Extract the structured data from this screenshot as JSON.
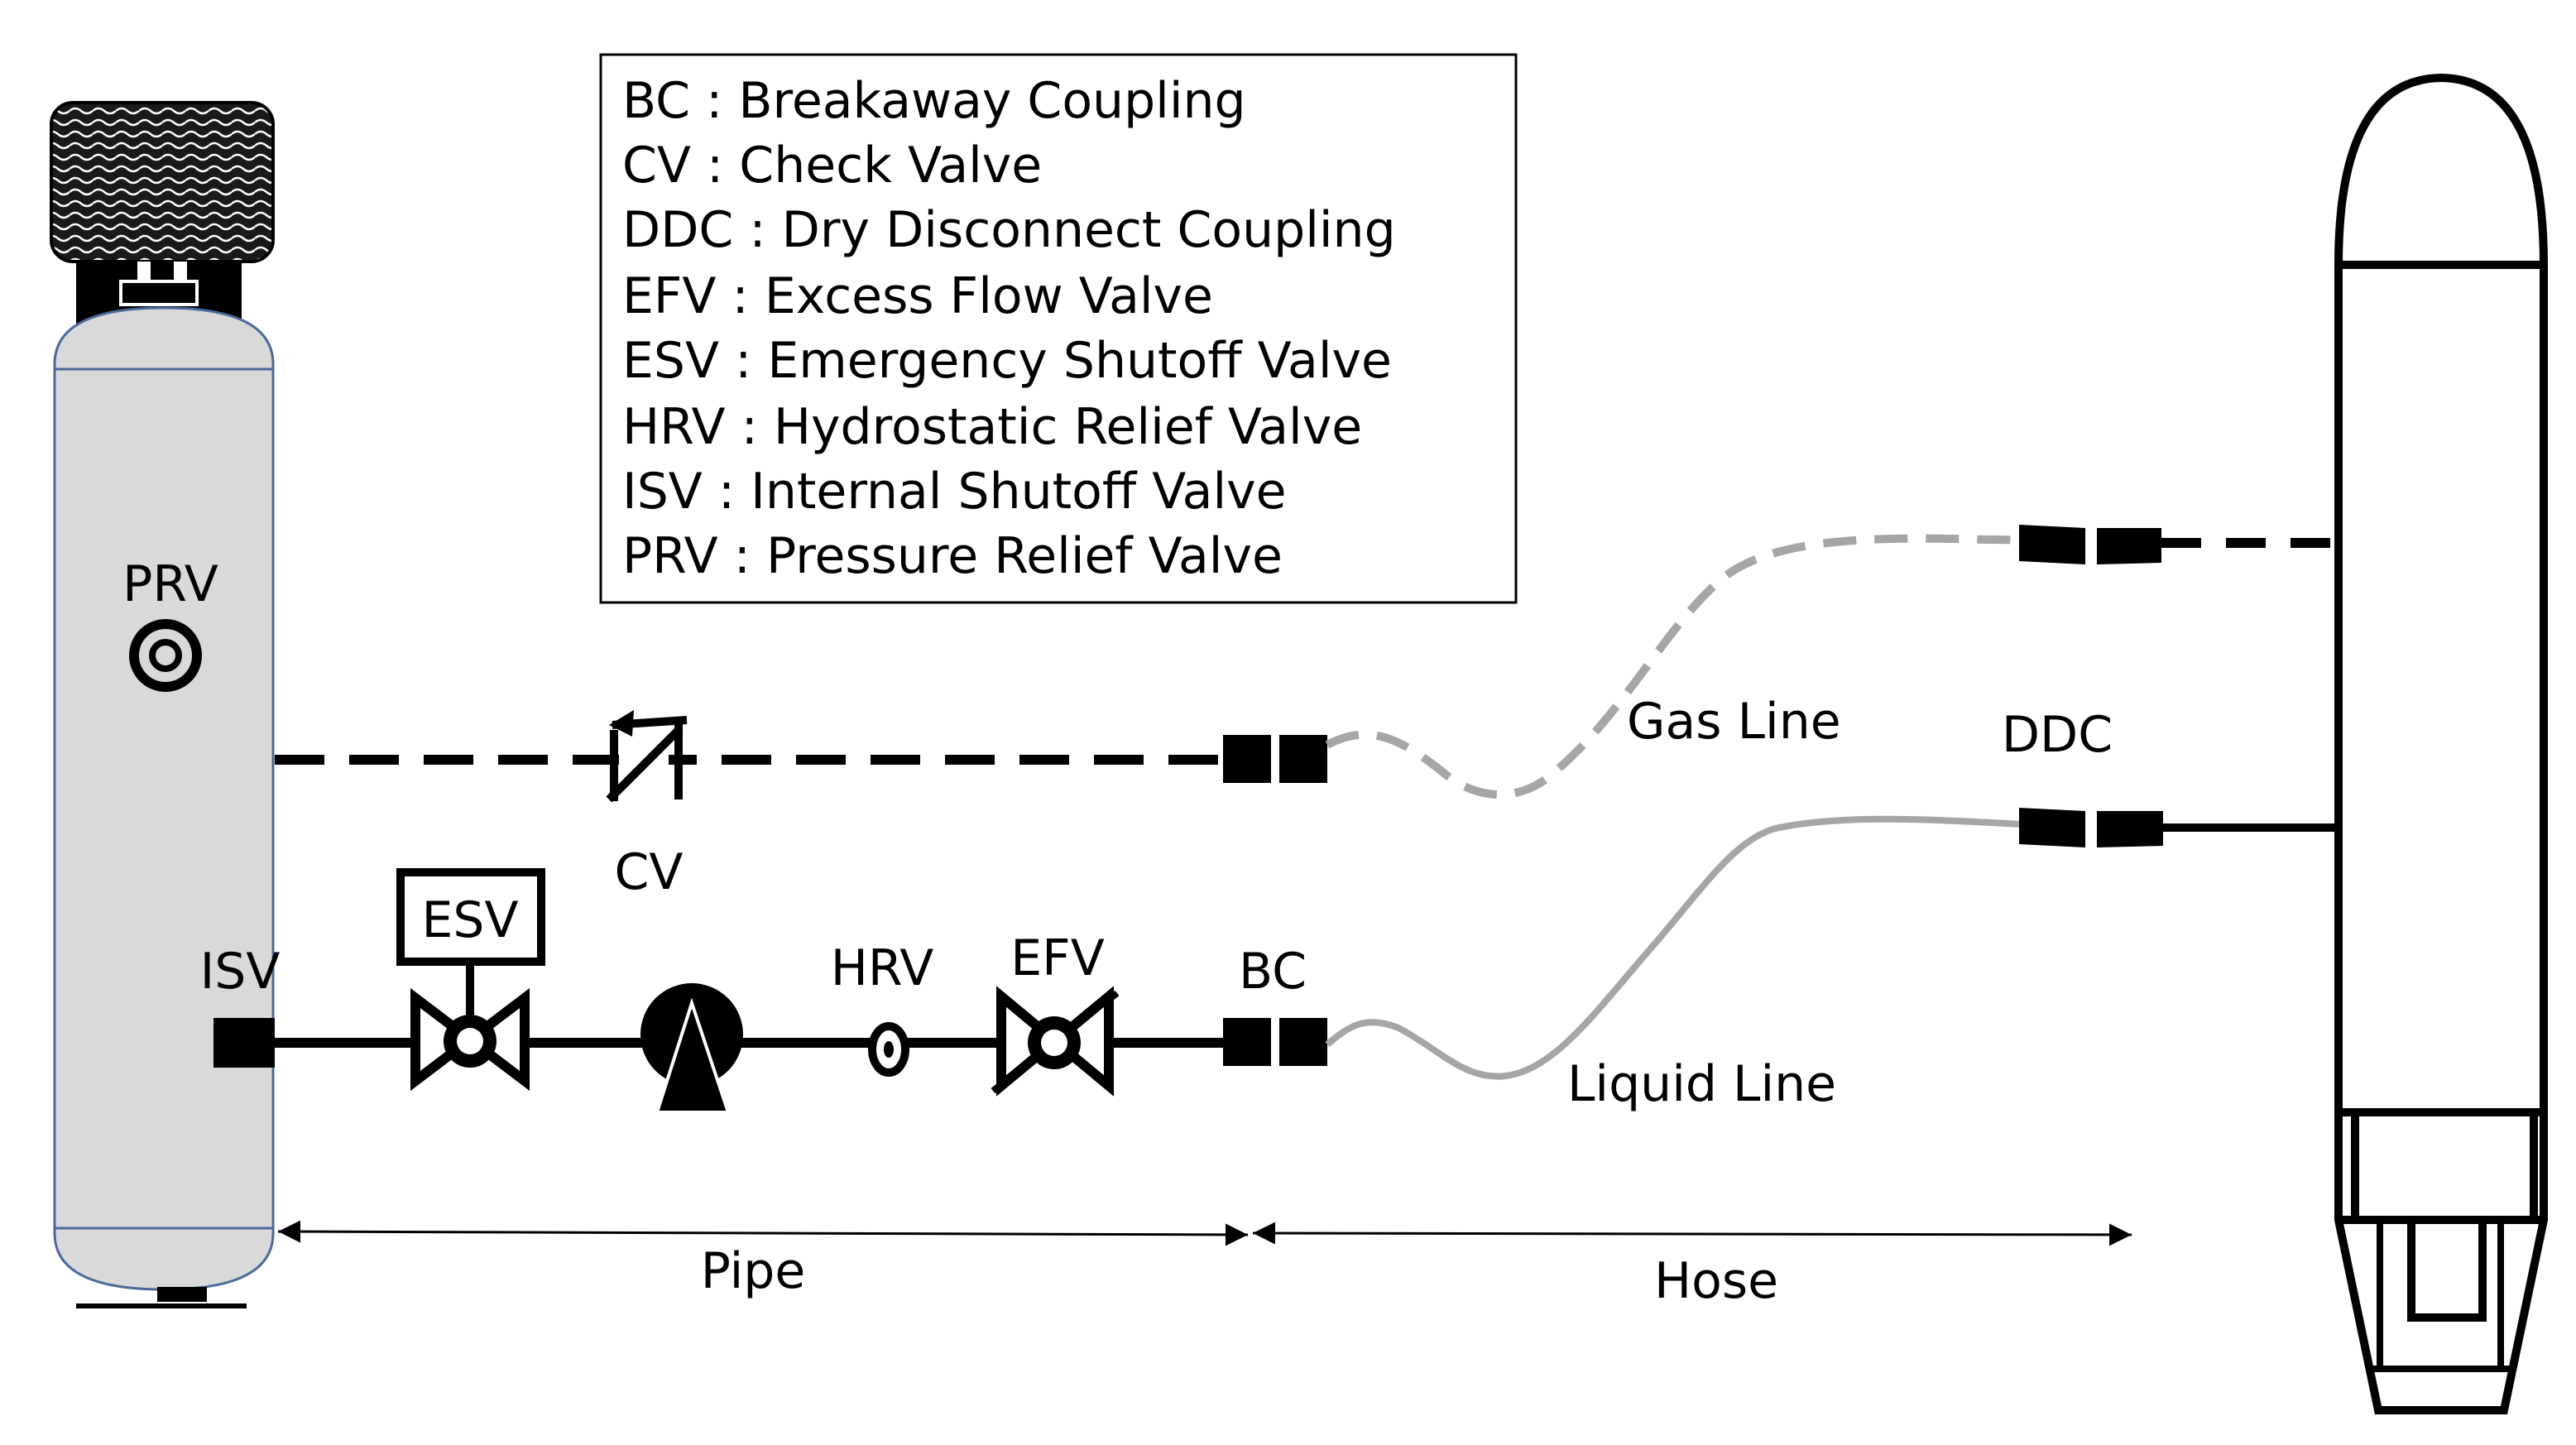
{
  "legend": {
    "items": [
      "BC : Breakaway Coupling",
      "CV : Check Valve",
      "DDC : Dry Disconnect Coupling",
      "EFV : Excess Flow Valve",
      "ESV : Emergency Shutoff Valve",
      "HRV : Hydrostatic Relief Valve",
      "ISV : Internal Shutoff Valve",
      "PRV : Pressure Relief Valve"
    ]
  },
  "labels": {
    "prv": "PRV",
    "cv": "CV",
    "isv": "ISV",
    "esv": "ESV",
    "hrv": "HRV",
    "efv": "EFV",
    "bc": "BC",
    "ddc": "DDC",
    "gas_line": "Gas Line",
    "liquid_line": "Liquid Line",
    "pipe": "Pipe",
    "hose": "Hose"
  },
  "colors": {
    "tank_fill": "#d9d9d9",
    "tank_outline": "#4a6a9c",
    "line": "#000000",
    "hose_gray": "#a6a6a6"
  },
  "icons": {
    "storage_tank": "storage-tank-icon",
    "pressure_relief_valve": "pressure-relief-valve-icon",
    "check_valve": "check-valve-icon",
    "internal_shutoff_valve": "internal-shutoff-valve-icon",
    "emergency_shutoff_valve": "emergency-shutoff-valve-icon",
    "pump": "pump-icon",
    "hydrostatic_relief_valve": "hydrostatic-relief-valve-icon",
    "excess_flow_valve": "excess-flow-valve-icon",
    "breakaway_coupling": "breakaway-coupling-icon",
    "dry_disconnect_coupling": "dry-disconnect-coupling-icon",
    "receiving_vessel": "receiving-vessel-icon"
  }
}
